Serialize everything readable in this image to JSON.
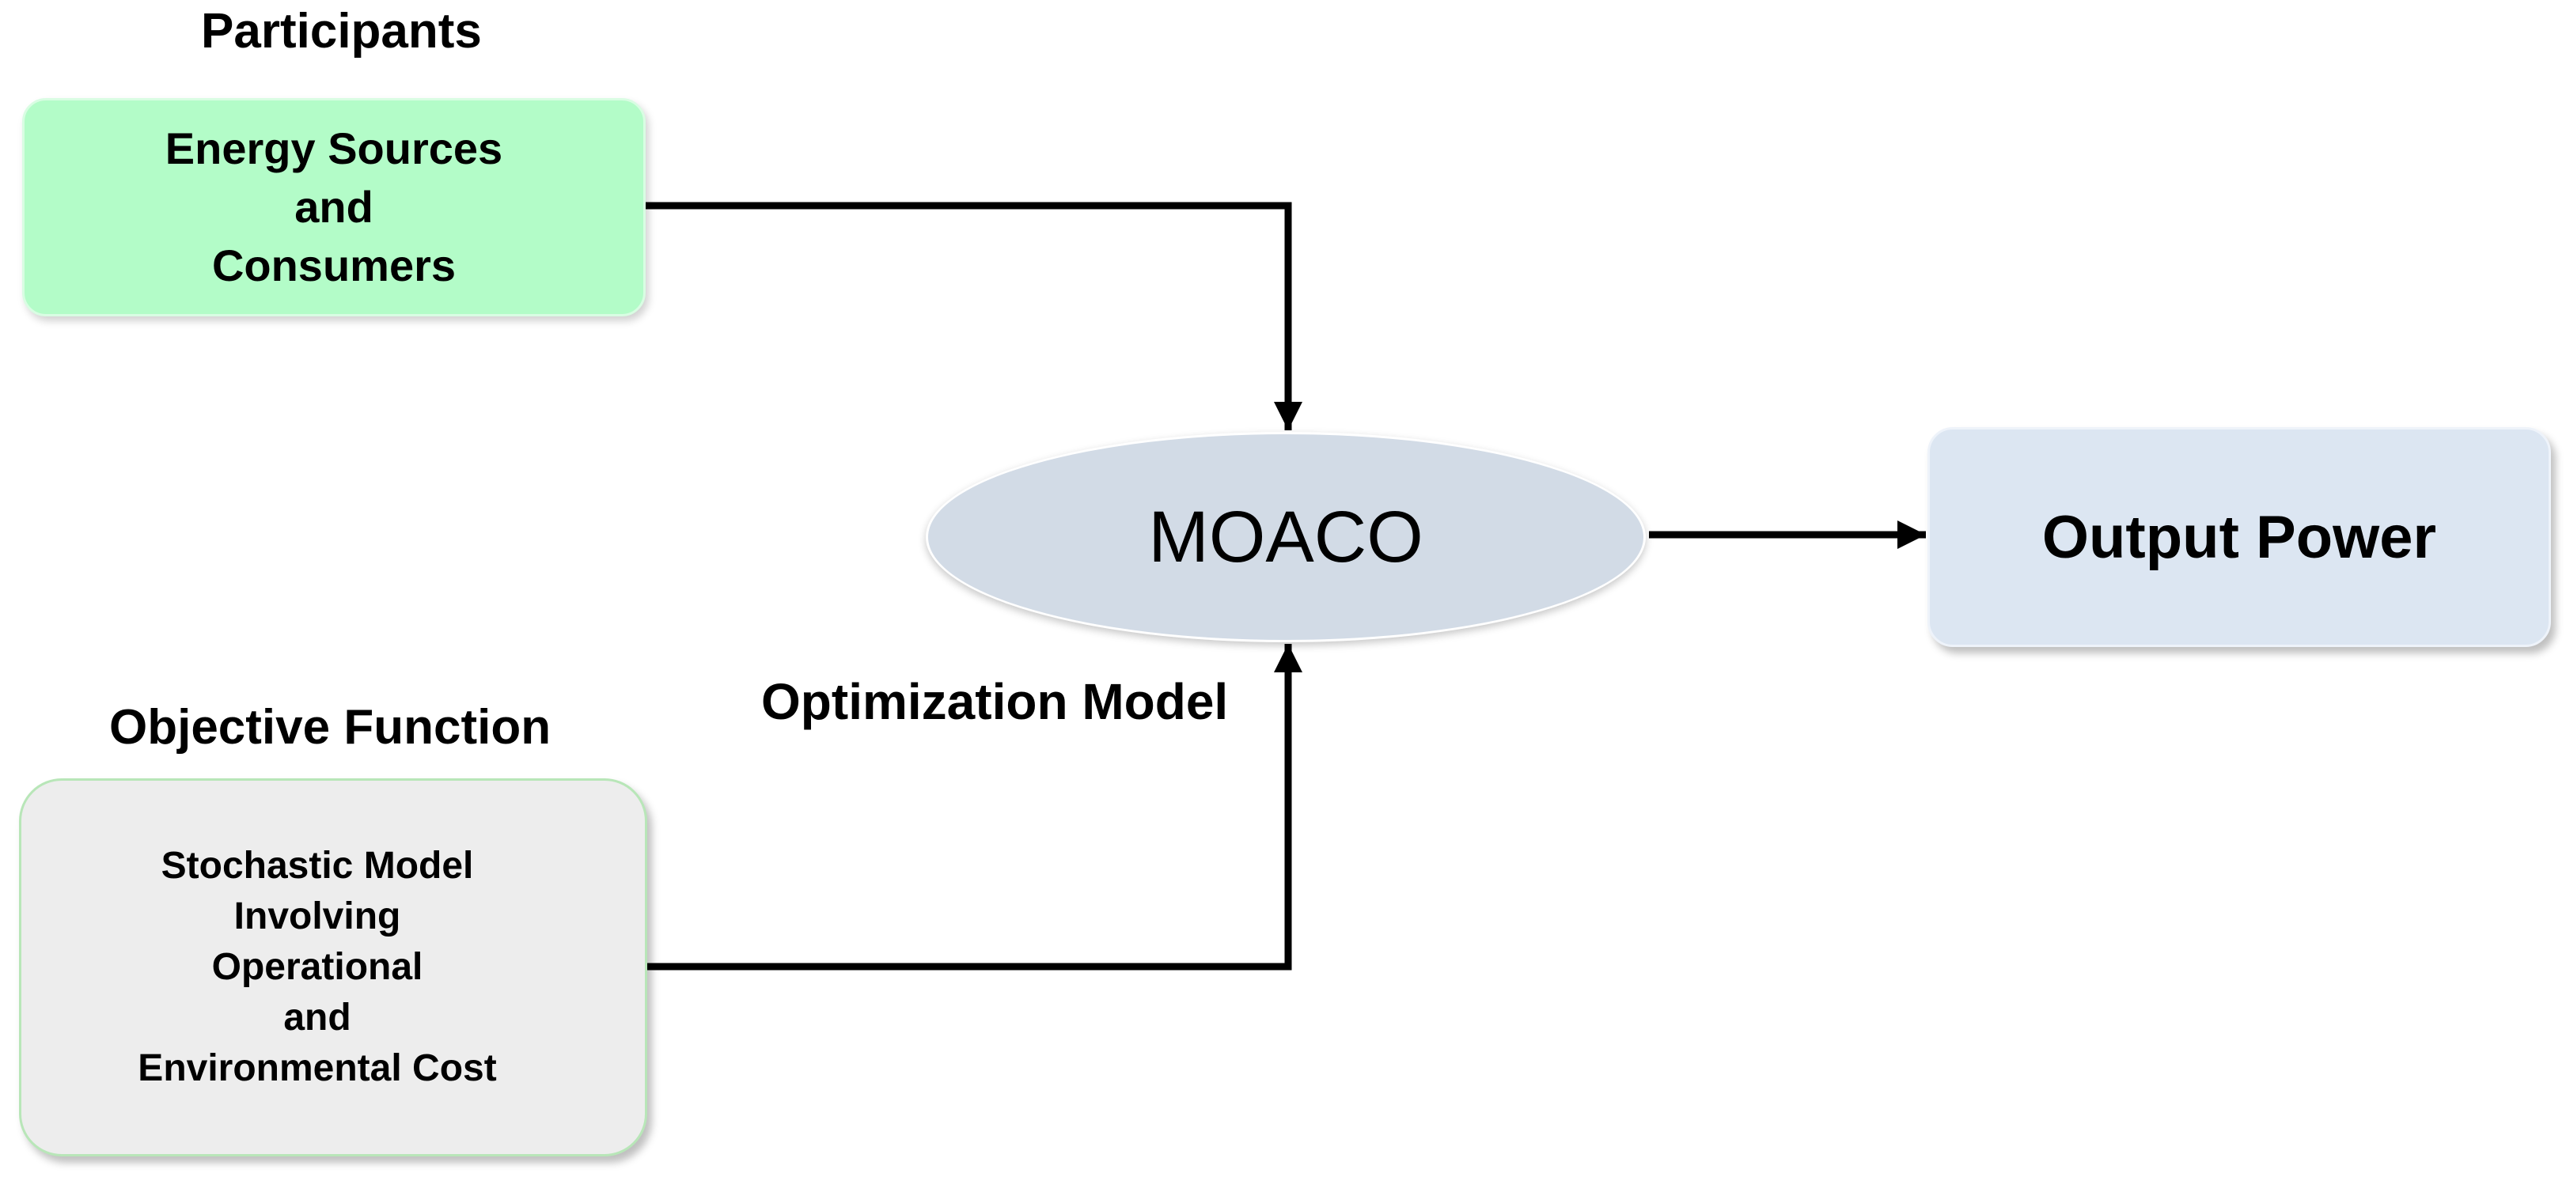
{
  "participants": {
    "heading": "Participants",
    "box_lines": [
      "Energy Sources",
      "and",
      "Consumers"
    ]
  },
  "objective": {
    "heading": "Objective Function",
    "box_lines": [
      "Stochastic Model",
      "Involving",
      "Operational",
      "and",
      "Environmental Cost"
    ]
  },
  "center": {
    "ellipse_label": "MOACO",
    "caption": "Optimization Model"
  },
  "output": {
    "label": "Output Power"
  },
  "colors": {
    "participants_fill": "#b3fcc8",
    "objective_fill": "#ededed",
    "moaco_fill": "#d2dbe6",
    "output_fill": "#dce6f2",
    "connector": "#000000"
  }
}
